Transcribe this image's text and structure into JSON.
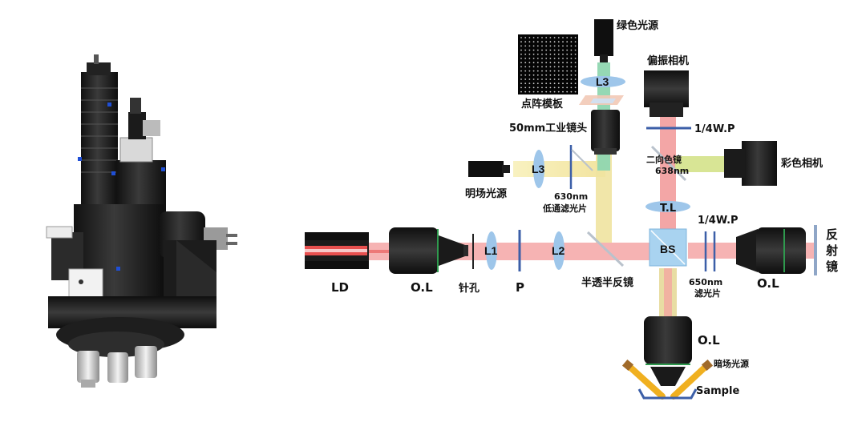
{
  "labels": {
    "green_source": "绿色光源",
    "dot_template": "点阵模板",
    "polar_camera": "偏振相机",
    "industrial_lens": "50mm工业镜头",
    "bright_source": "明场光源",
    "lowpass_filter_line1": "630nm",
    "lowpass_filter_line2": "低通滤光片",
    "qwp_top": "1/4W.P",
    "dichroic_line1": "二向色镜",
    "dichroic_line2": "638nm",
    "color_camera": "彩色相机",
    "tube_lens": "T.L",
    "qwp_right": "1/4W.P",
    "reflector_1": "反",
    "reflector_2": "射",
    "reflector_3": "镜",
    "ld": "LD",
    "objective_left": "O.L",
    "pinhole": "针孔",
    "polarizer": "P",
    "half_mirror": "半透半反镜",
    "bandpass_filter_line1": "650nm",
    "bandpass_filter_line2": "滤光片",
    "objective_right": "O.L",
    "objective_bottom": "O.L",
    "dark_source": "暗场光源",
    "sample": "Sample",
    "beam_splitter": "BS",
    "lens_l1": "L1",
    "lens_l2": "L2",
    "lens_l3_top": "L3",
    "lens_l3_left": "L3"
  },
  "colors": {
    "red_beam": "#f4a3a3",
    "red_beam_core": "#e8504f",
    "green_beam": "#8fd6b0",
    "yellow_beam": "#f3e6a0",
    "lens": "#9ec6ea",
    "plate": "#3c5fa8",
    "beam_splitter": "#a9d3f0",
    "device_dark": "#1e1e1e",
    "objective_ring": "#2f9a4e",
    "dark_field_arms": "#f0b020"
  }
}
